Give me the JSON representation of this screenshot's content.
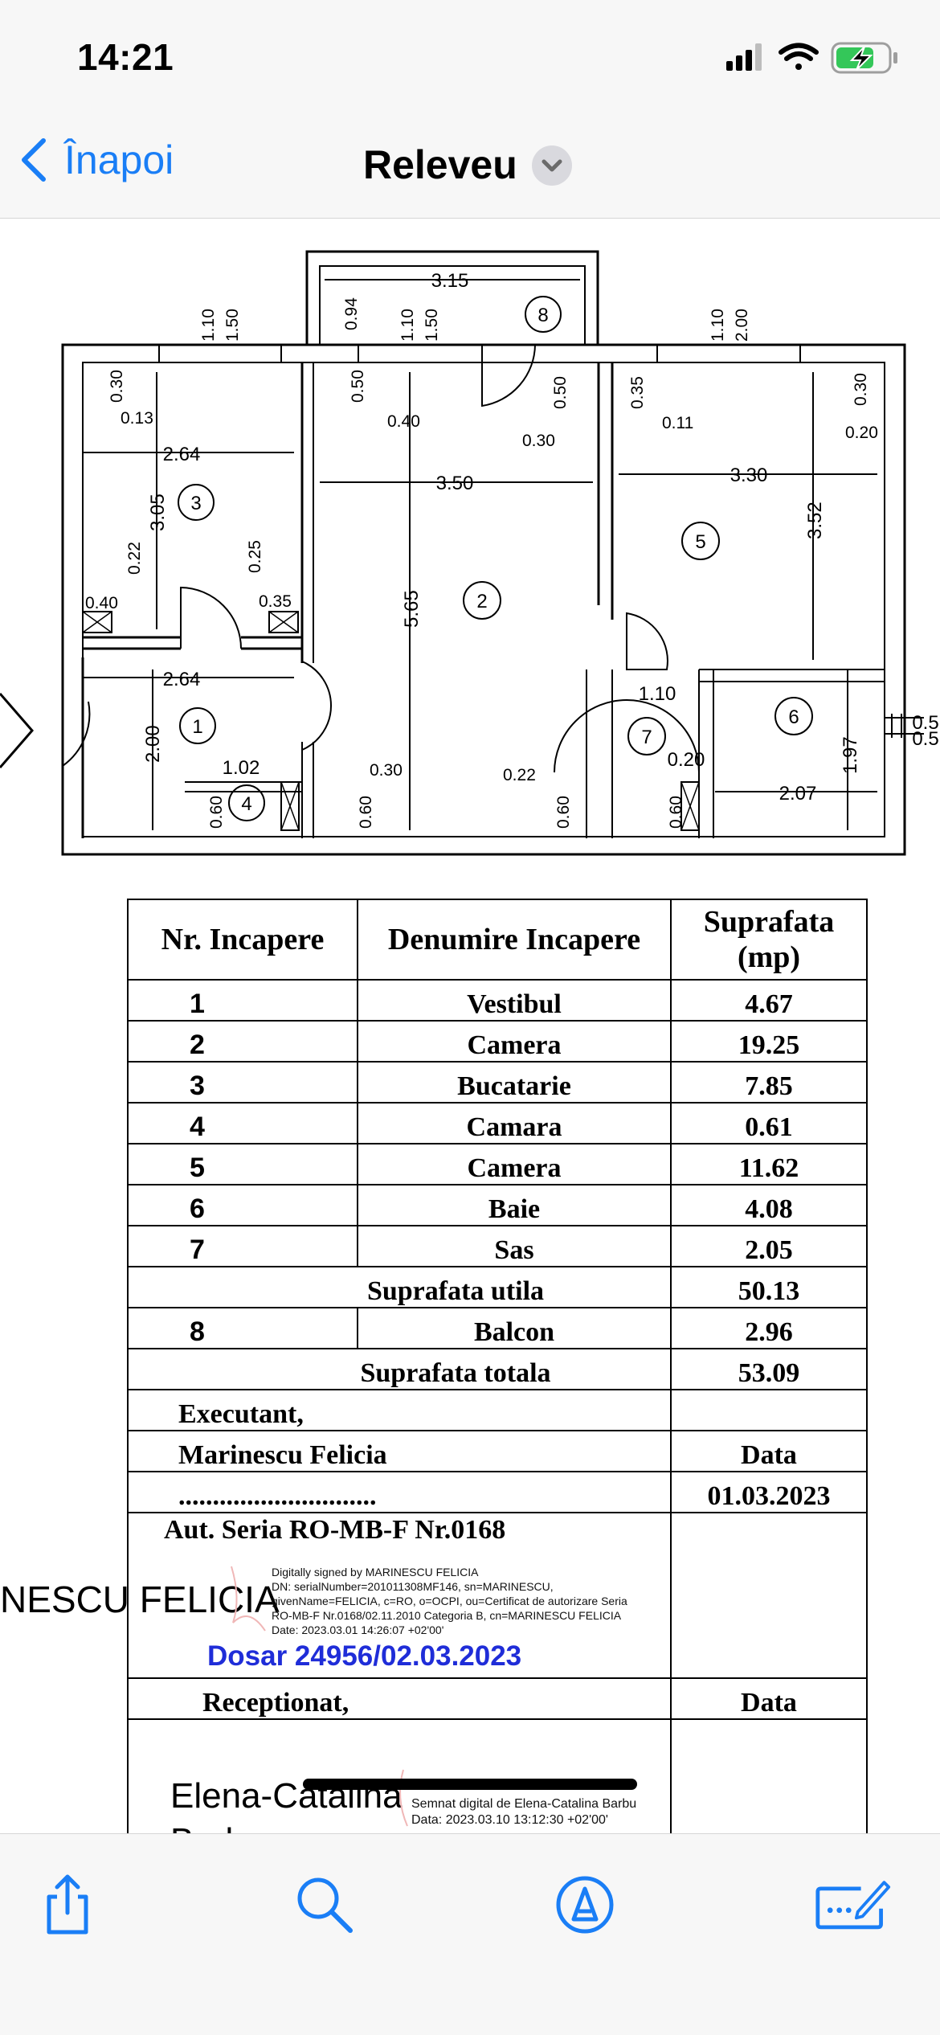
{
  "status_bar": {
    "time": "14:21"
  },
  "nav": {
    "back_label": "Înapoi",
    "title": "Releveu"
  },
  "plan": {
    "dims": [
      "3.15",
      "0.94",
      "1.10",
      "1.50",
      "1.10",
      "1.50",
      "1.10",
      "2.00",
      "0.30",
      "0.13",
      "0.50",
      "0.40",
      "0.30",
      "0.50",
      "0.35",
      "0.11",
      "0.30",
      "0.20",
      "2.64",
      "3.50",
      "3.30",
      "3.05",
      "5.65",
      "3.52",
      "0.22",
      "0.25",
      "0.40",
      "0.35",
      "2.64",
      "1.10",
      "2.00",
      "1.02",
      "0.30",
      "0.22",
      "0.20",
      "2.07",
      "1.97",
      "0.60",
      "0.60",
      "0.60",
      "0.60",
      "0.5",
      "0.5"
    ],
    "rooms": [
      "1",
      "2",
      "3",
      "4",
      "5",
      "6",
      "7",
      "8"
    ]
  },
  "legend": {
    "headers": {
      "nr": "Nr.  Incapere",
      "name": "Denumire Incapere",
      "area_1": "Suprafata",
      "area_2": "(mp)"
    },
    "rows": [
      {
        "nr": "1",
        "name": "Vestibul",
        "area": "4.67"
      },
      {
        "nr": "2",
        "name": "Camera",
        "area": "19.25"
      },
      {
        "nr": "3",
        "name": "Bucatarie",
        "area": "7.85"
      },
      {
        "nr": "4",
        "name": "Camara",
        "area": "0.61"
      },
      {
        "nr": "5",
        "name": "Camera",
        "area": "11.62"
      },
      {
        "nr": "6",
        "name": "Baie",
        "area": "4.08"
      },
      {
        "nr": "7",
        "name": "Sas",
        "area": "2.05"
      }
    ],
    "utila": {
      "label": "Suprafata utila",
      "area": "50.13"
    },
    "balcon": {
      "nr": "8",
      "name": "Balcon",
      "area": "2.96"
    },
    "totala": {
      "label": "Suprafata totala",
      "area": "53.09"
    },
    "executant_label": "Executant,",
    "executant_name": "Marinescu Felicia",
    "data_label": "Data",
    "dots": ".............................",
    "date": "01.03.2023",
    "aut": "Aut. Seria RO-MB-F Nr.0168",
    "receptionat": "Receptionat,",
    "data_label2": "Data"
  },
  "signature1": {
    "name_cut": "NESCU FELICIA",
    "lines": [
      "Digitally signed by MARINESCU FELICIA",
      "DN: serialNumber=201011308MF146, sn=MARINESCU,",
      "givenName=FELICIA, c=RO, o=OCPI, ou=Certificat de autorizare Seria",
      "RO-MB-F Nr.0168/02.11.2010 Categoria B, cn=MARINESCU FELICIA",
      "Date: 2023.03.01 14:26:07 +02'00'"
    ]
  },
  "dosar": "Dosar 24956/02.03.2023",
  "signature2": {
    "name_1": "Elena-Catalina",
    "name_2": "Barbu",
    "line_1": "Semnat digital de Elena-Catalina Barbu",
    "line_2": "Data: 2023.03.10 13:12:30 +02'00'"
  },
  "colors": {
    "accent": "#1a7ef6",
    "dosar": "#1f2dd8",
    "battery": "#34c759"
  },
  "icons": {
    "share": "share-icon",
    "search": "search-icon",
    "markup": "markup-icon",
    "form": "form-fill-icon"
  }
}
